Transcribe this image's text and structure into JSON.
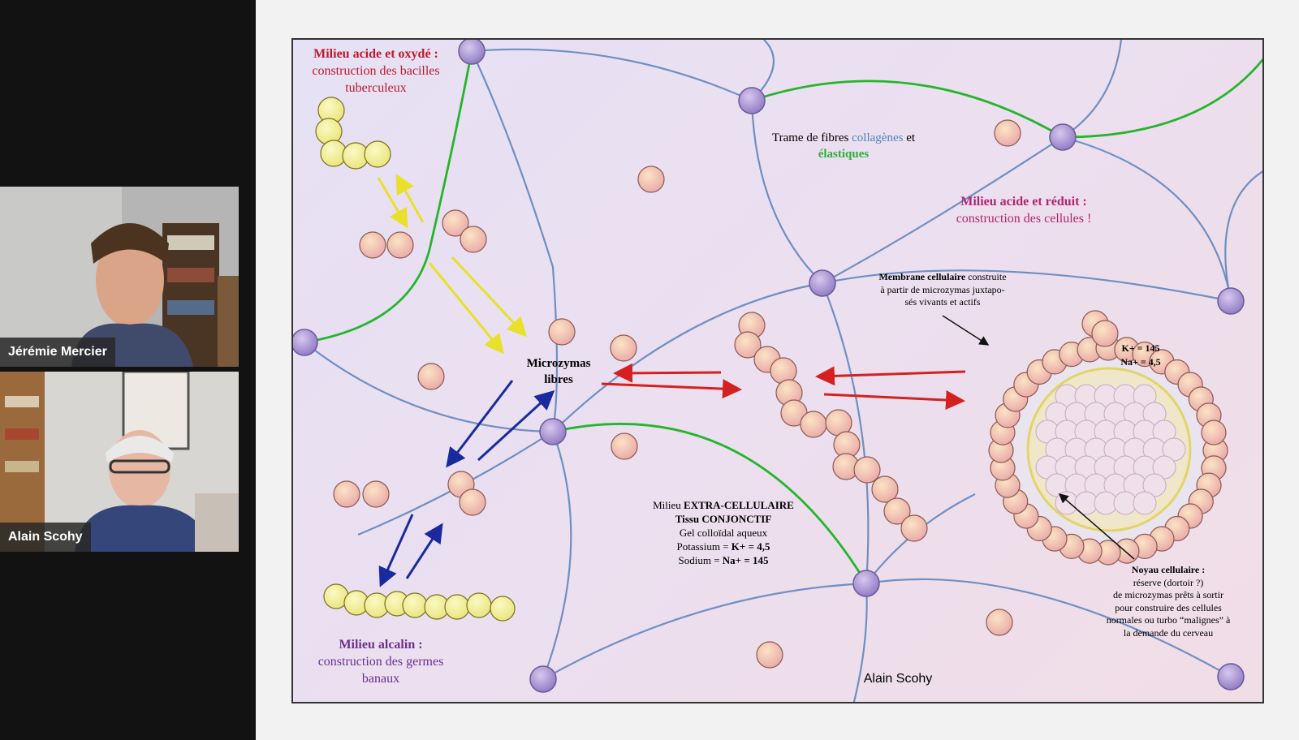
{
  "participants": [
    {
      "name": "Jérémie Mercier"
    },
    {
      "name": "Alain Scohy"
    }
  ],
  "slide": {
    "acid_oxidized": {
      "title": "Milieu acide et oxydé :",
      "line1": "construction des bacilles",
      "line2": "tuberculeux"
    },
    "fibers": {
      "prefix": "Trame de fibres ",
      "collagen": "collagènes",
      "middle": " et",
      "elastic": "élastiques"
    },
    "acid_reduced": {
      "title": "Milieu acide et réduit :",
      "subtitle": "construction des cellules !"
    },
    "membrane": {
      "bold": "Membrane cellulaire",
      "rest1": " construite",
      "line2": "à partir de microzymas juxtapo-",
      "line3": "sés vivants et actifs"
    },
    "concentrations": {
      "k": "K+ = 145",
      "na": "Na+ = 4,5"
    },
    "free_microzymas": {
      "line1": "Microzymas",
      "line2": "libres"
    },
    "extracellular": {
      "line1_a": "Milieu ",
      "line1_b": "EXTRA-CELLULAIRE",
      "line2": "Tissu CONJONCTIF",
      "line3": "Gel colloïdal aqueux",
      "line4_a": "Potassium = ",
      "line4_b": "K+ = 4,5",
      "line5_a": "Sodium = ",
      "line5_b": "Na+ = 145"
    },
    "nucleus": {
      "title": "Noyau cellulaire :",
      "line1": "réserve (dortoir ?)",
      "line2": "de microzymas prêts à sortir",
      "line3": "pour construire des cellules",
      "line4": "normales ou turbo “malignes” à",
      "line5": "la demande du cerveau"
    },
    "alkaline": {
      "title": "Milieu alcalin :",
      "line1": "construction des germes",
      "line2": "banaux"
    },
    "author": "Alain Scohy"
  },
  "colors": {
    "background": "#121212",
    "collagen_fiber": "#6f8fc2",
    "elastic_fiber": "#25b52b",
    "node_fill": "#9a86c8",
    "microzyma_fill": "#f0c49a",
    "bacillus_fill": "#f3ee8f",
    "arrow_red": "#d42020",
    "arrow_blue": "#1a2a9e",
    "arrow_yellow": "#f2ec3a"
  }
}
